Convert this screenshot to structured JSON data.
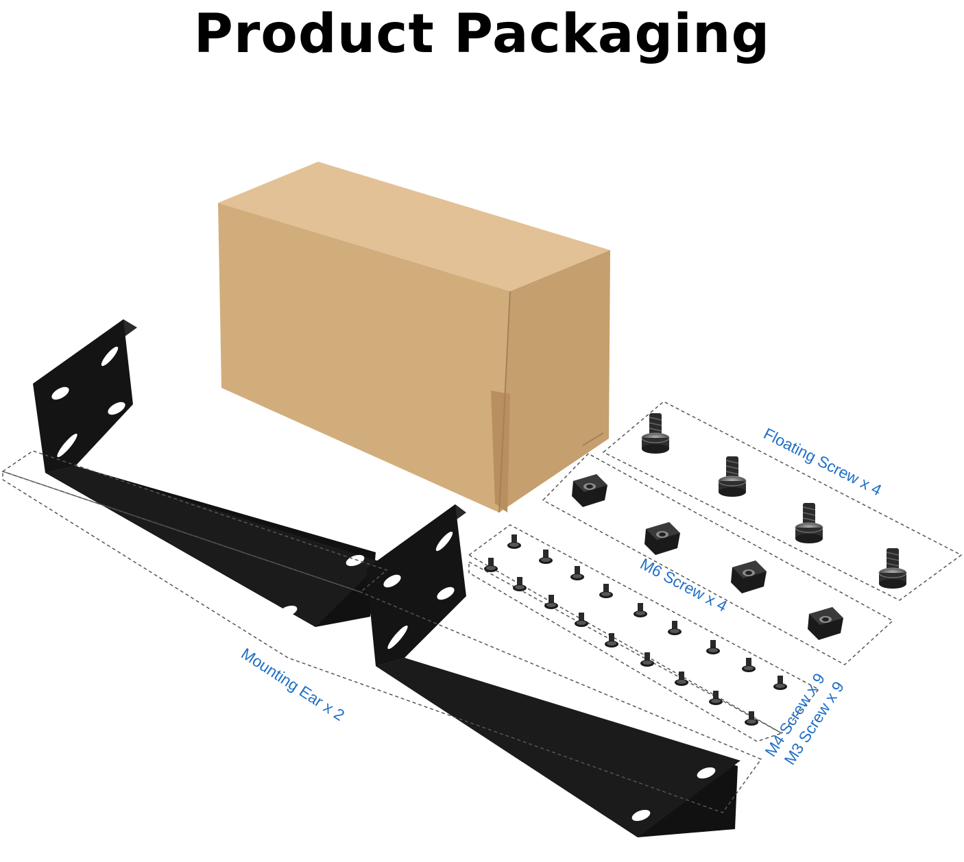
{
  "title": "Product Packaging",
  "labels": {
    "floating_screw": "Floating Screw x 4",
    "m6_screw": "M6 Screw x 4",
    "m4_screw": "M4 Screw x 9",
    "m3_screw": "M3 Screw x 9",
    "mounting_ear": "Mounting Ear x 2"
  },
  "colors": {
    "label_blue": "#1f6fc6",
    "bracket_black": "#141414",
    "cardboard": "#d2ad7c"
  }
}
